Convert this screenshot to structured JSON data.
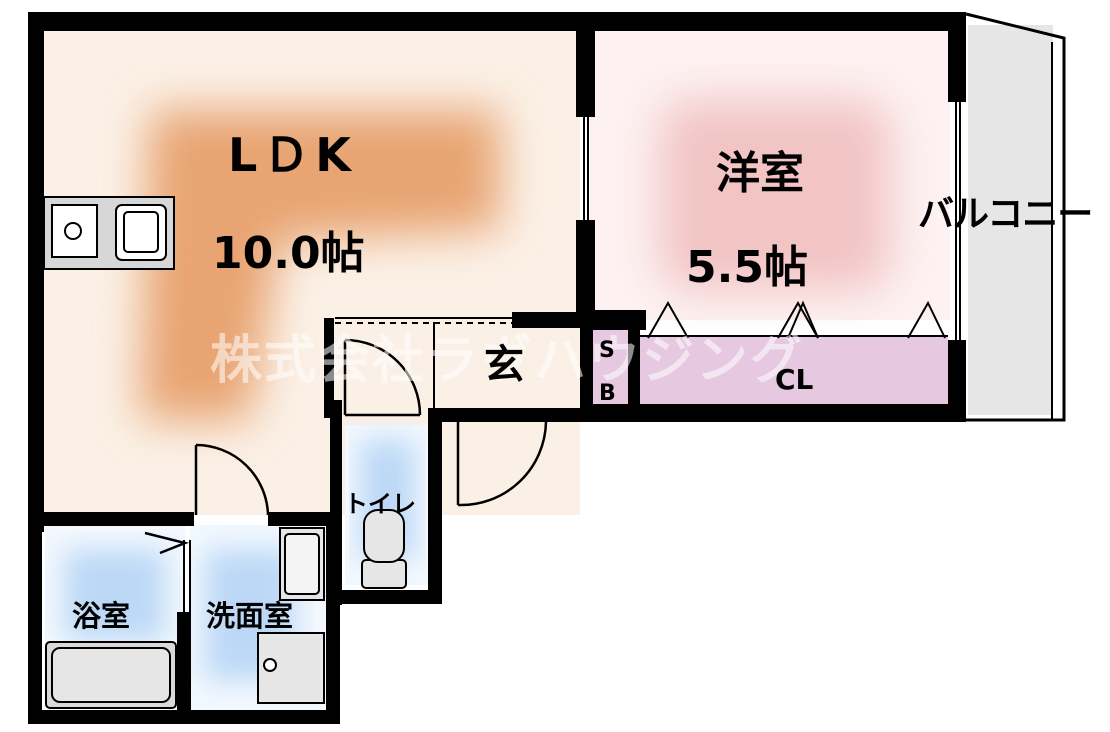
{
  "rooms": {
    "ldk": {
      "name": "LＤK",
      "size": "10.0帖"
    },
    "western": {
      "name": "洋室",
      "size": "5.5帖"
    },
    "balcony": {
      "name": "バルコニー"
    },
    "entrance": {
      "name": "玄"
    },
    "shoe_box": {
      "s": "S",
      "b": "B"
    },
    "closet": {
      "name": "CL"
    },
    "toilet": {
      "name": "トイレ"
    },
    "bath": {
      "name": "浴室"
    },
    "washroom": {
      "name": "洗面室"
    }
  },
  "watermark": "株式会社ラヴハウジング",
  "colors": {
    "ldk": "#e8a472",
    "western": "#f2c4c4",
    "closet": "#e6c8e0",
    "wet": "#bcd8f6",
    "balcony": "#e6e6e6",
    "wall": "#000000"
  }
}
